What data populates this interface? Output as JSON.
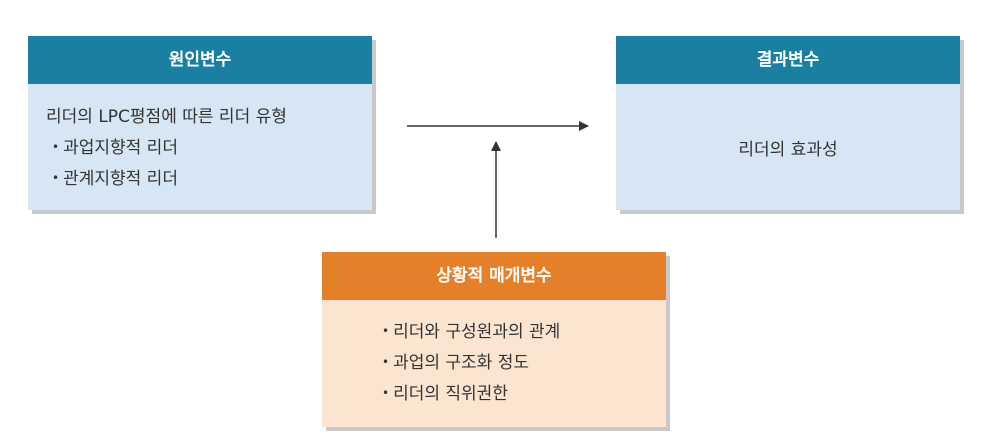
{
  "cause": {
    "title": "원인변수",
    "lead": "리더의 LPC평점에 따른 리더 유형",
    "items": [
      "과업지향적 리더",
      "관계지향적 리더"
    ]
  },
  "result": {
    "title": "결과변수",
    "text": "리더의 효과성"
  },
  "moderator": {
    "title": "상황적 매개변수",
    "items": [
      "리더와 구성원과의 관계",
      "과업의 구조화 정도",
      "리더의 직위권한"
    ]
  },
  "colors": {
    "blue_header": "#1b7fa2",
    "blue_body": "#d6e6f4",
    "orange_header": "#e5802a",
    "orange_body": "#fce5d0",
    "arrow": "#333333"
  }
}
